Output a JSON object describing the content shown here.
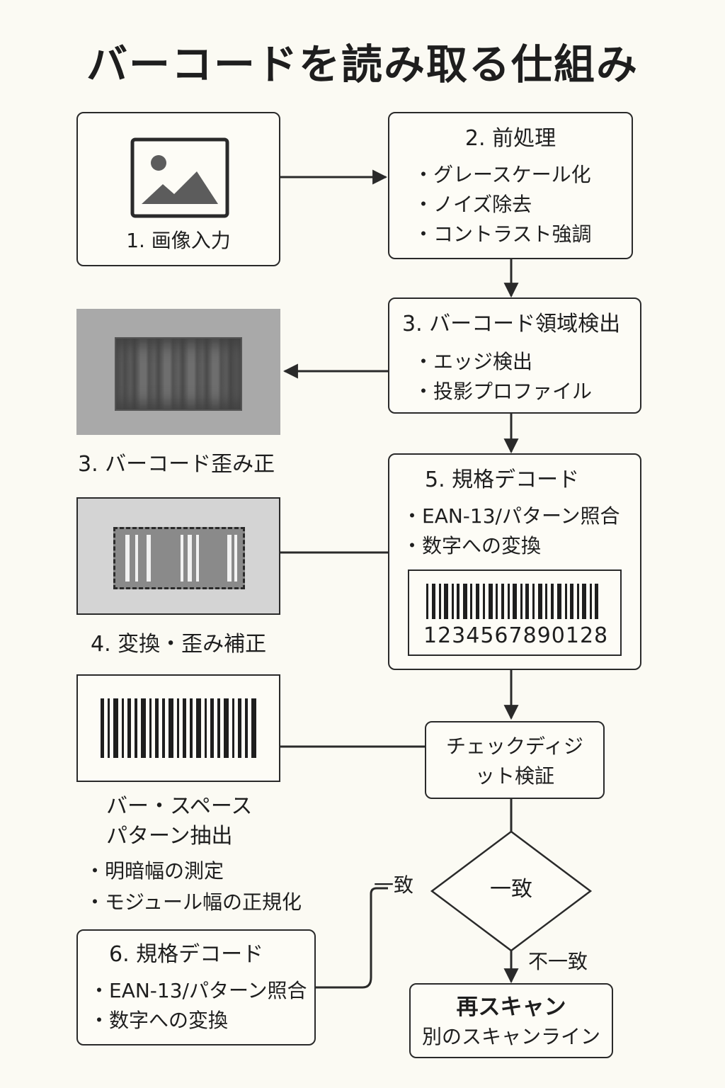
{
  "title": "バーコードを読み取る仕組み",
  "step1": {
    "label": "1. 画像入力"
  },
  "step2": {
    "title": "2. 前処理",
    "items": [
      "・グレースケール化",
      "・ノイズ除去",
      "・コントラスト強調"
    ]
  },
  "step3": {
    "title": "3. バーコード領域検出",
    "items": [
      "・エッジ検出",
      "・投影プロファイル"
    ]
  },
  "step3b": {
    "label": "3. バーコード歪み正"
  },
  "step4": {
    "label": "4. 変換・歪み補正"
  },
  "step5": {
    "title": "5. 規格デコード",
    "items": [
      "・EAN-13/パターン照合",
      "・数字への変換"
    ],
    "barcode_number": "1234567890128"
  },
  "check": {
    "line1": "チェックディジ",
    "line2": "ット検証"
  },
  "barspace": {
    "line1": "バー・スペース",
    "line2": "パターン抽出",
    "items": [
      "・明暗幅の測定",
      "・モジュール幅の正規化"
    ]
  },
  "step6": {
    "title": "6. 規格デコード",
    "items": [
      "・EAN-13/パターン照合",
      "・数字への変換"
    ]
  },
  "decision": {
    "label": "一致",
    "yes_label": "一致",
    "no_label": "不一致"
  },
  "rescan": {
    "title": "再スキャン",
    "subtitle": "別のスキャンライン"
  },
  "colors": {
    "ink": "#2a2a2a",
    "paper": "#fbfaf3",
    "gray_panel": "#a9a9a9",
    "light_panel": "#d4d4d4"
  }
}
